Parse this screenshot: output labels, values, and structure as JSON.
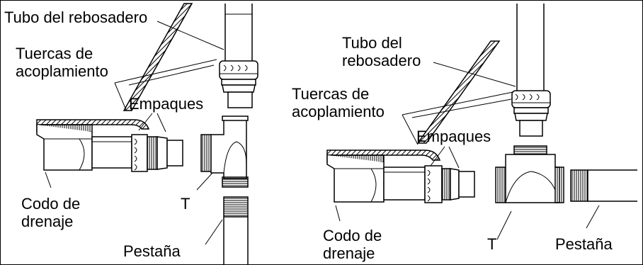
{
  "left_panel": {
    "overflow_tube": "Tubo del rebosadero",
    "coupling_nuts": [
      "Tuercas de",
      "acoplamiento"
    ],
    "gaskets": "Empaques",
    "drain_elbow": [
      "Codo de",
      "drenaje"
    ],
    "tee": "T",
    "flange": "Pestaña"
  },
  "right_panel": {
    "overflow_tube": [
      "Tubo del",
      "rebosadero"
    ],
    "coupling_nuts": [
      "Tuercas de",
      "acoplamiento"
    ],
    "gaskets": "Empaques",
    "drain_elbow": [
      "Codo de",
      "drenaje"
    ],
    "tee": "T",
    "flange": "Pestaña"
  },
  "colors": {
    "line": "#000000",
    "background": "#ffffff"
  }
}
